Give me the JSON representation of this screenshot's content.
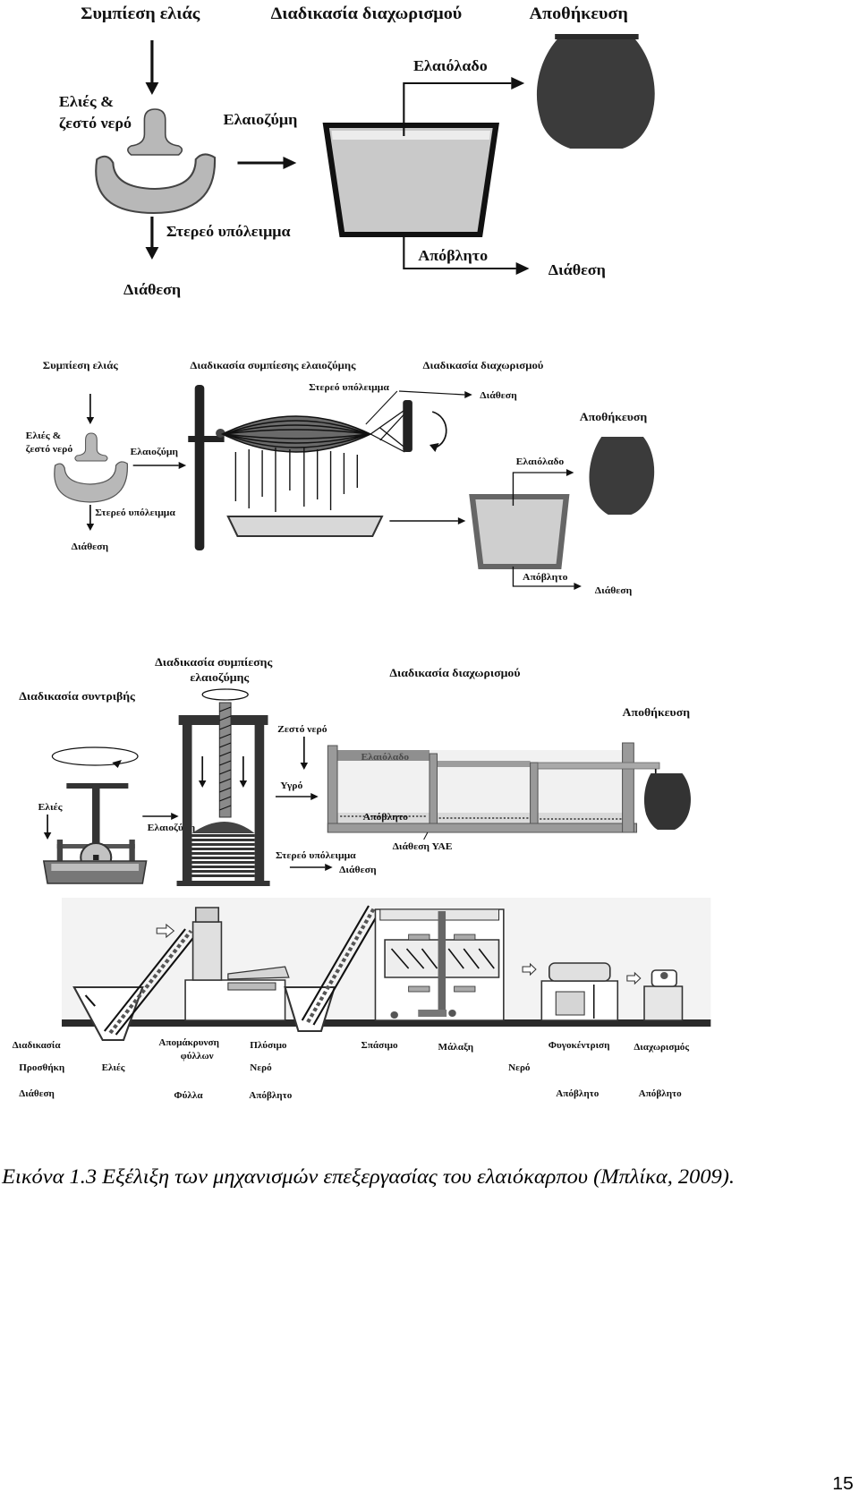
{
  "panel1": {
    "olive_pressing": "Συμπίεση ελιάς",
    "separation_process": "Διαδικασία διαχωρισμού",
    "storage": "Αποθήκευση",
    "olives_hot_water": [
      "Ελιές &",
      "ζεστό νερό"
    ],
    "olive_paste": "Ελαιοζύμη",
    "olive_oil": "Ελαιόλαδο",
    "solid_residue": "Στερεό υπόλειμμα",
    "wastewater": "Απόβλητο",
    "disposal_wastewater": "Διάθεση",
    "disposal_solid": "Διάθεση"
  },
  "panel2": {
    "olive_pressing": "Συμπίεση ελιάς",
    "paste_pressing_process": "Διαδικασία συμπίεσης ελαιοζύμης",
    "separation_process": "Διαδικασία διαχωρισμού",
    "press_solid_residue": "Στερεό υπόλειμμα",
    "press_disposal": "Διάθεση",
    "storage": "Αποθήκευση",
    "olives_hot_water": [
      "Ελιές &",
      "ζεστό νερό"
    ],
    "olive_paste": "Ελαιοζύμη",
    "olive_oil": "Ελαιόλαδο",
    "solid_residue": "Στερεό υπόλειμμα",
    "disposal_solid": "Διάθεση",
    "wastewater": "Απόβλητο",
    "disposal_wastewater": "Διάθεση"
  },
  "panel3": {
    "paste_pressing_process": [
      "Διαδικασία συμπίεσης",
      "ελαιοζύμης"
    ],
    "separation_process": "Διαδικασία διαχωρισμού",
    "crushing_process": "Διαδικασία συντριβής",
    "storage": "Αποθήκευση",
    "hot_water": "Ζεστό νερό",
    "olive_oil": "Ελαιόλαδο",
    "liquid": "Υγρό",
    "olives": "Ελιές",
    "wastewater": "Απόβλητο",
    "olive_paste": "Ελαιοζύμη",
    "omw_disposal": "Διάθεση ΥΑΕ",
    "solid_residue": "Στερεό υπόλειμμα",
    "disposal_solid": "Διάθεση"
  },
  "panel4": {
    "row_headers": [
      "Διαδικασία",
      "Προσθήκη",
      "Διάθεση"
    ],
    "processes": {
      "leaf_removal": [
        "Απομάκρυνση",
        "φύλλων"
      ],
      "washing": "Πλύσιμο",
      "crushing": "Σπάσιμο",
      "malaxing": "Μάλαξη",
      "centrifugation": "Φυγοκέντριση",
      "separation": "Διαχωρισμός"
    },
    "additions": {
      "olives": "Ελιές",
      "washing_water": "Νερό",
      "malaxing_water": "Νερό"
    },
    "disposals": {
      "leaves": "Φύλλα",
      "washing_waste": "Απόβλητο",
      "centrifugation_waste": "Απόβλητο",
      "separation_waste": "Απόβλητο"
    }
  },
  "caption": "Εικόνα 1.3 Εξέλιξη των μηχανισμών επεξεργασίας του ελαιόκαρπου (Μπλίκα, 2009).",
  "page_number": "15"
}
